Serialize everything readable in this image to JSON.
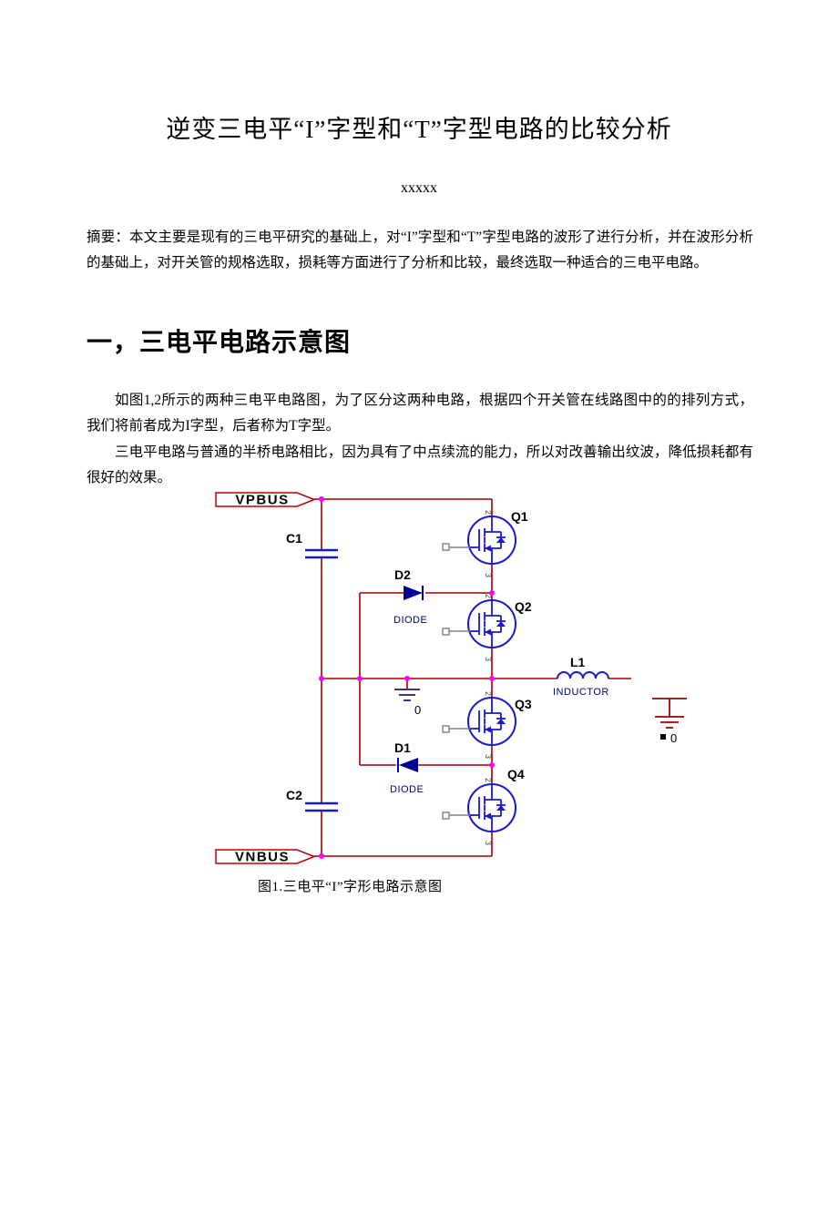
{
  "page": {
    "title": "逆变三电平“I”字型和“T”字型电路的比较分析",
    "author": "xxxxx",
    "abstract": "摘要：本文主要是现有的三电平研究的基础上，对“I”字型和“T”字型电路的波形了进行分析，并在波形分析的基础上，对开关管的规格选取，损耗等方面进行了分析和比较，最终选取一种适合的三电平电路。",
    "section1_heading": "一，三电平电路示意图",
    "para1": "如图1,2所示的两种三电平电路图，为了区分这两种电路，根据四个开关管在线路图中的的排列方式，我们将前者成为I字型，后者称为T字型。",
    "para2": "三电平电路与普通的半桥电路相比，因为具有了中点续流的能力，所以对改善输出纹波，降低损耗都有很好的效果。",
    "figure_caption": "图1.三电平“I”字形电路示意图"
  },
  "diagram": {
    "vpbus": "VPBUS",
    "vnbus": "VNBUS",
    "c1": "C1",
    "c2": "C2",
    "d1": "D1",
    "d2": "D2",
    "diode_label": "DIODE",
    "q1": "Q1",
    "q2": "Q2",
    "q3": "Q3",
    "q4": "Q4",
    "l1": "L1",
    "inductor_label": "INDUCTOR",
    "gnd0": "0",
    "pin_drain": "2",
    "pin_source": "3",
    "colors": {
      "wire": "#a00000",
      "component": "#1a1acc",
      "diode": "#000099",
      "junction": "#ff00ff",
      "connector_outline": "#c00000"
    }
  }
}
